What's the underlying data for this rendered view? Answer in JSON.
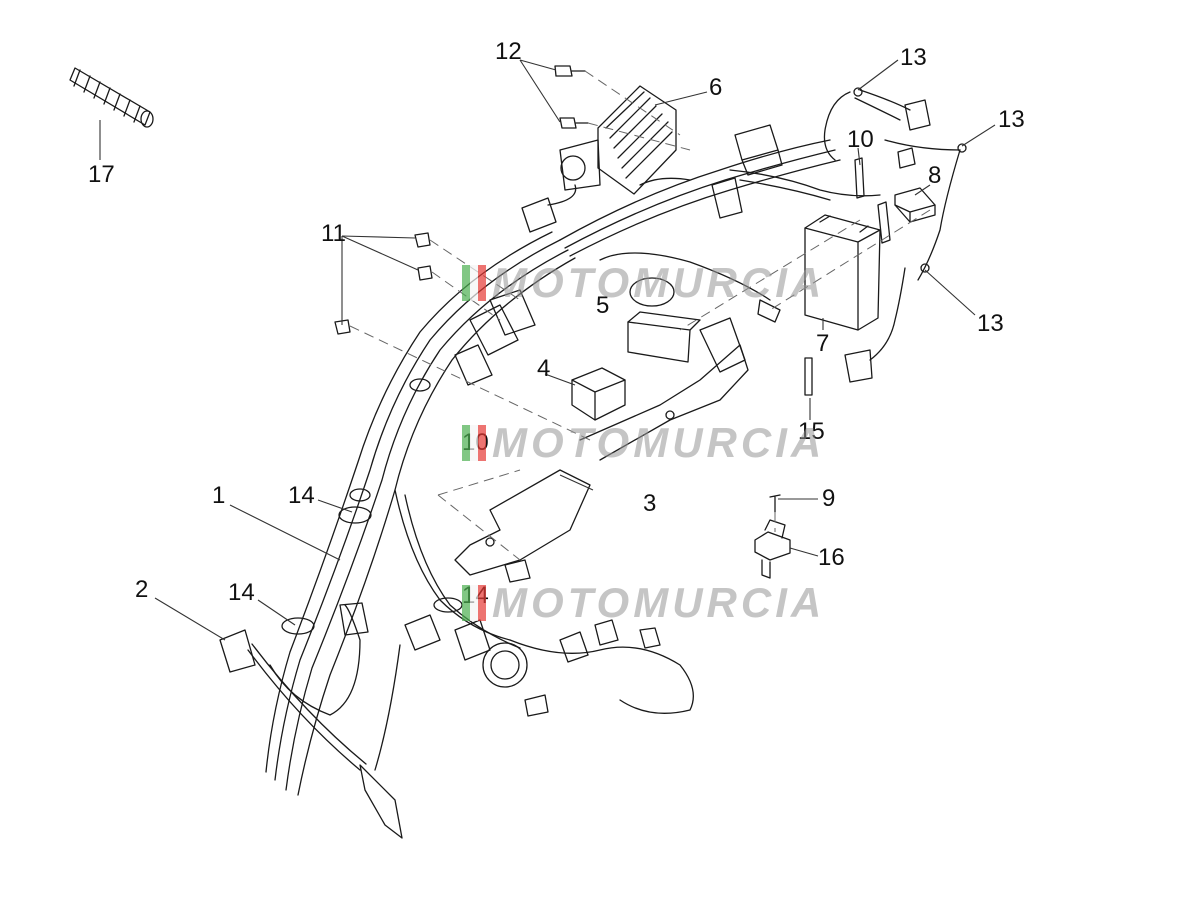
{
  "watermark": {
    "text": "MOTOMURCIA",
    "flag_colors": [
      "#4caf50",
      "#f5f5f5",
      "#e53935"
    ]
  },
  "colors": {
    "line": "#1a1a1a",
    "leader": "#333333",
    "dash": "#666666"
  },
  "callouts": [
    {
      "id": "c1",
      "text": "1"
    },
    {
      "id": "c2",
      "text": "2"
    },
    {
      "id": "c3",
      "text": "3"
    },
    {
      "id": "c4",
      "text": "4"
    },
    {
      "id": "c5",
      "text": "5"
    },
    {
      "id": "c6",
      "text": "6"
    },
    {
      "id": "c7",
      "text": "7"
    },
    {
      "id": "c8",
      "text": "8"
    },
    {
      "id": "c9",
      "text": "9"
    },
    {
      "id": "c10a",
      "text": "10"
    },
    {
      "id": "c10b",
      "text": "10"
    },
    {
      "id": "c11",
      "text": "11"
    },
    {
      "id": "c12",
      "text": "12"
    },
    {
      "id": "c13a",
      "text": "13"
    },
    {
      "id": "c13b",
      "text": "13"
    },
    {
      "id": "c13c",
      "text": "13"
    },
    {
      "id": "c14a",
      "text": "14"
    },
    {
      "id": "c14b",
      "text": "14"
    },
    {
      "id": "c14c",
      "text": "14"
    },
    {
      "id": "c15",
      "text": "15"
    },
    {
      "id": "c16",
      "text": "16"
    },
    {
      "id": "c17",
      "text": "17"
    }
  ]
}
